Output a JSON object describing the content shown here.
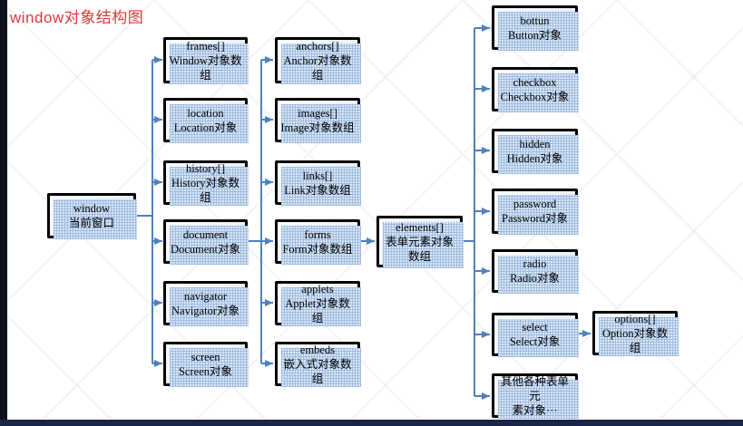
{
  "title": "window对象结构图",
  "colors": {
    "title_text": "#dd3a3a",
    "arrow": "#4f81bd",
    "node_border": "#000000",
    "node_fill": "#eef2f8",
    "node_shadow": "#9fbbe0",
    "left_strip": "#0d0f1e",
    "bottom_strip": "#1b2547"
  },
  "nodes": {
    "window": {
      "line1": "window",
      "line2": "当前窗口"
    },
    "frames": {
      "line1": "frames[]",
      "line2": "Window对象数组"
    },
    "location": {
      "line1": "location",
      "line2": "Location对象"
    },
    "history": {
      "line1": "history[]",
      "line2": "History对象数组"
    },
    "document": {
      "line1": "document",
      "line2": "Document对象"
    },
    "navigator": {
      "line1": "navigator",
      "line2": "Navigator对象"
    },
    "screen": {
      "line1": "screen",
      "line2": "Screen对象"
    },
    "anchors": {
      "line1": "anchors[]",
      "line2": "Anchor对象数组"
    },
    "images": {
      "line1": "images[]",
      "line2": "Image对象数组"
    },
    "links": {
      "line1": "links[]",
      "line2": "Link对象数组"
    },
    "forms": {
      "line1": "forms",
      "line2": "Form对象数组"
    },
    "applets": {
      "line1": "applets",
      "line2": "Applet对象数组"
    },
    "embeds": {
      "line1": "embeds",
      "line2": "嵌入式对象数组"
    },
    "elements": {
      "line1": "elements[]",
      "line2": "表单元素对象数组"
    },
    "button": {
      "line1": "bottun",
      "line2": "Button对象"
    },
    "checkbox": {
      "line1": "checkbox",
      "line2": "Checkbox对象"
    },
    "hidden": {
      "line1": "hidden",
      "line2": "Hidden对象"
    },
    "password": {
      "line1": "password",
      "line2": "Password对象"
    },
    "radio": {
      "line1": "radio",
      "line2": "Radio对象"
    },
    "select": {
      "line1": "select",
      "line2": "Select对象"
    },
    "other": {
      "line1": "其他各种表单元",
      "line2": "素对象···"
    },
    "options": {
      "line1": "options[]",
      "line2": "Option对象数组"
    }
  }
}
